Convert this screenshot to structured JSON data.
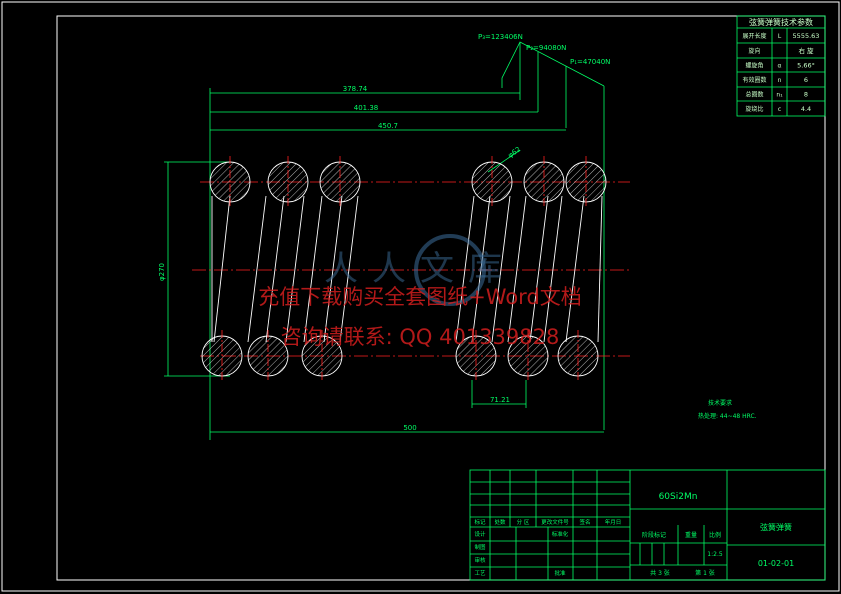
{
  "colors": {
    "background": "#000000",
    "frame": "#ffffff",
    "dimension": "#00ff66",
    "centerline": "#ff2020",
    "annotation": "#c8ffc8",
    "watermark": "#d21e1e",
    "logo": "#3c6e9a"
  },
  "spec_table": {
    "title": "弦簧弹簧技术参数",
    "rows": [
      {
        "name": "展开长度",
        "symbol": "L",
        "value": "5555.63"
      },
      {
        "name": "旋向",
        "symbol": "",
        "value": "右 旋"
      },
      {
        "name": "螺旋角",
        "symbol": "α",
        "value": "5.66°"
      },
      {
        "name": "有效圈数",
        "symbol": "n",
        "value": "6"
      },
      {
        "name": "总圈数",
        "symbol": "n₁",
        "value": "8"
      },
      {
        "name": "旋绕比",
        "symbol": "c",
        "value": "4.4"
      }
    ]
  },
  "loads": [
    "P₃=123406N",
    "P₂=94080N",
    "P₁=47040N"
  ],
  "dimensions": {
    "len1": "378.74",
    "len2": "401.38",
    "len3": "450.7",
    "diameter": "φ270",
    "wire": "φ62",
    "pitch": "71.21",
    "free_length": "500"
  },
  "tech_requirements": {
    "title": "技术要求",
    "hardness": "热处理: 44~48 HRC."
  },
  "watermark": {
    "logo_text": "人人文库",
    "line1": "充值下载购买全套图纸+Word文档",
    "line2": "咨询请联系: QQ 401339828"
  },
  "title_block": {
    "material": "60Si2Mn",
    "part_name": "弦簧弹簧",
    "drawing_no": "01-02-01",
    "scale": "1:2.5",
    "stage_mark": "阶段标记",
    "weight": "重量",
    "scale_label": "比例",
    "sheets": "共 3 张",
    "sheet": "第 1 张",
    "headers": [
      "标记",
      "处数",
      "分 区",
      "更改文件号",
      "签名",
      "年月日"
    ],
    "roles": [
      "设计",
      "标准化",
      "制图",
      "审核",
      "工艺",
      "批准"
    ]
  }
}
